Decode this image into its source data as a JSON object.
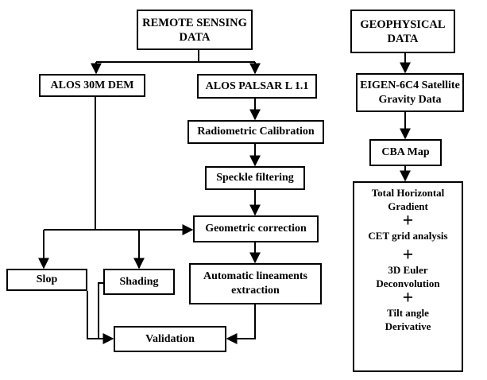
{
  "nodes": {
    "remote_sensing": [
      "REMOTE SENSING",
      "DATA"
    ],
    "geophysical": [
      "GEOPHYSICAL",
      "DATA"
    ],
    "alos_dem": "ALOS 30M DEM",
    "alos_palsar": "ALOS PALSAR L 1.1",
    "eigen": [
      "EIGEN-6C4 Satellite",
      "Gravity Data"
    ],
    "radiometric": "Radiometric Calibration",
    "speckle": "Speckle filtering",
    "cba": "CBA Map",
    "geometric": "Geometric correction",
    "slop": "Slop",
    "shading": "Shading",
    "auto_lineaments": [
      "Automatic lineaments",
      "extraction"
    ],
    "validation": "Validation",
    "gravity_methods": {
      "thg": [
        "Total Horizontal",
        "Gradient"
      ],
      "cet": "CET grid analysis",
      "euler": [
        "3D Euler",
        "Deconvolution"
      ],
      "tilt": [
        "Tilt angle",
        "Derivative"
      ],
      "plus": "+"
    }
  }
}
